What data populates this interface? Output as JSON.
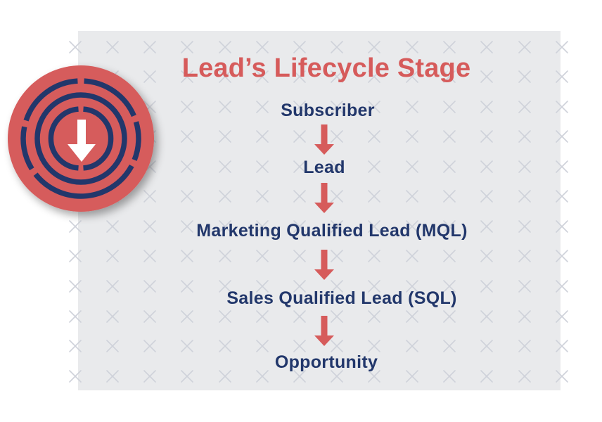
{
  "title": "Lead’s Lifecycle Stage",
  "stages": [
    {
      "label": "Subscriber"
    },
    {
      "label": "Lead"
    },
    {
      "label": "Marketing Qualified Lead (MQL)"
    },
    {
      "label": "Sales Qualified Lead (SQL)"
    },
    {
      "label": "Opportunity"
    }
  ],
  "icons": {
    "badge": "download-target-icon",
    "connector": "arrow-down-icon"
  },
  "colors": {
    "accent_red": "#D65B5B",
    "navy": "#22376B",
    "panel_gray": "#E9EAEC",
    "pattern_x": "#CFD2DA",
    "white": "#FFFFFF"
  }
}
